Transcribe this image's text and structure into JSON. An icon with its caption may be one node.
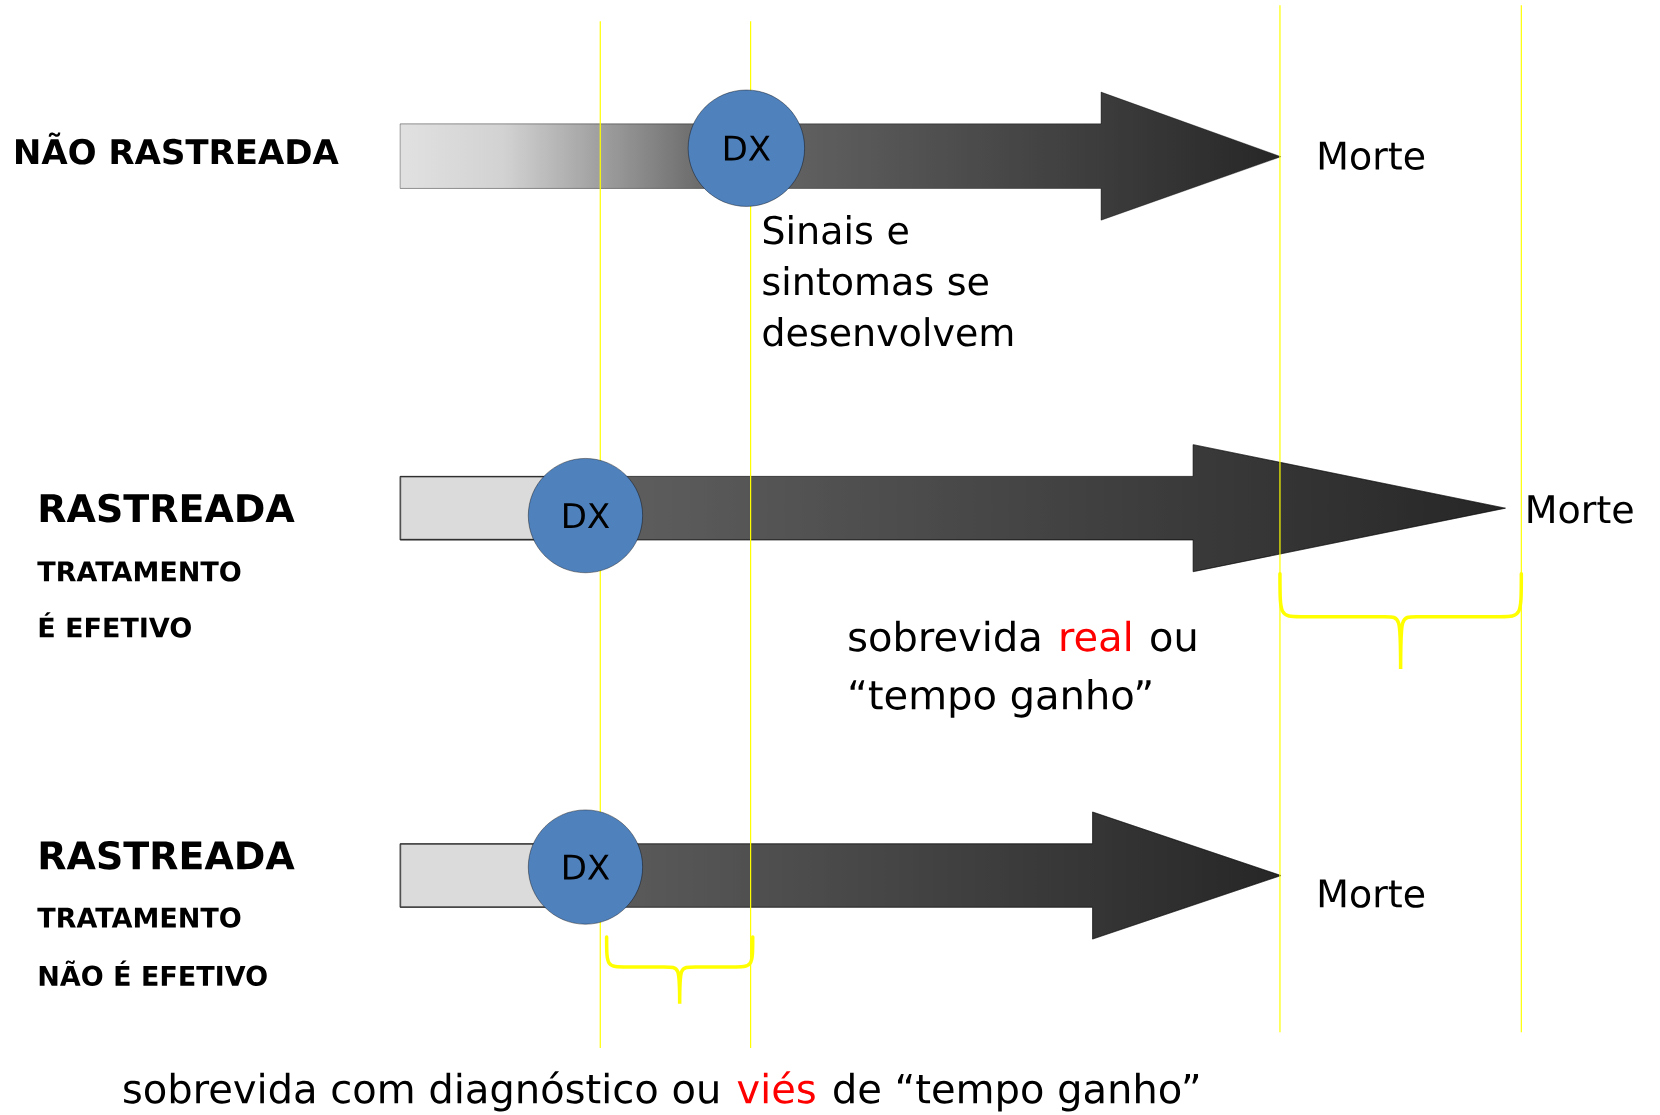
{
  "diagram": {
    "nodes": [
      {
        "text": [
          "DX"
        ],
        "beside": [
          "Sinais e sintomas se desenvolvem"
        ]
      },
      {
        "text": [
          "DX"
        ]
      },
      {
        "text": [
          "DX"
        ]
      }
    ],
    "labels": [
      "NÃO RASTREADA",
      "Morte",
      "RASTREADA",
      "TRATAMENTO",
      "É EFETIVO",
      "Morte",
      "sobrevida",
      "real",
      "ou",
      "“tempo ganho”",
      "RASTREADA",
      "TRATAMENTO",
      "NÃO É EFETIVO",
      "Morte",
      "sobrevida com diagnóstico ou",
      "viés",
      "de “tempo ganho”"
    ]
  }
}
